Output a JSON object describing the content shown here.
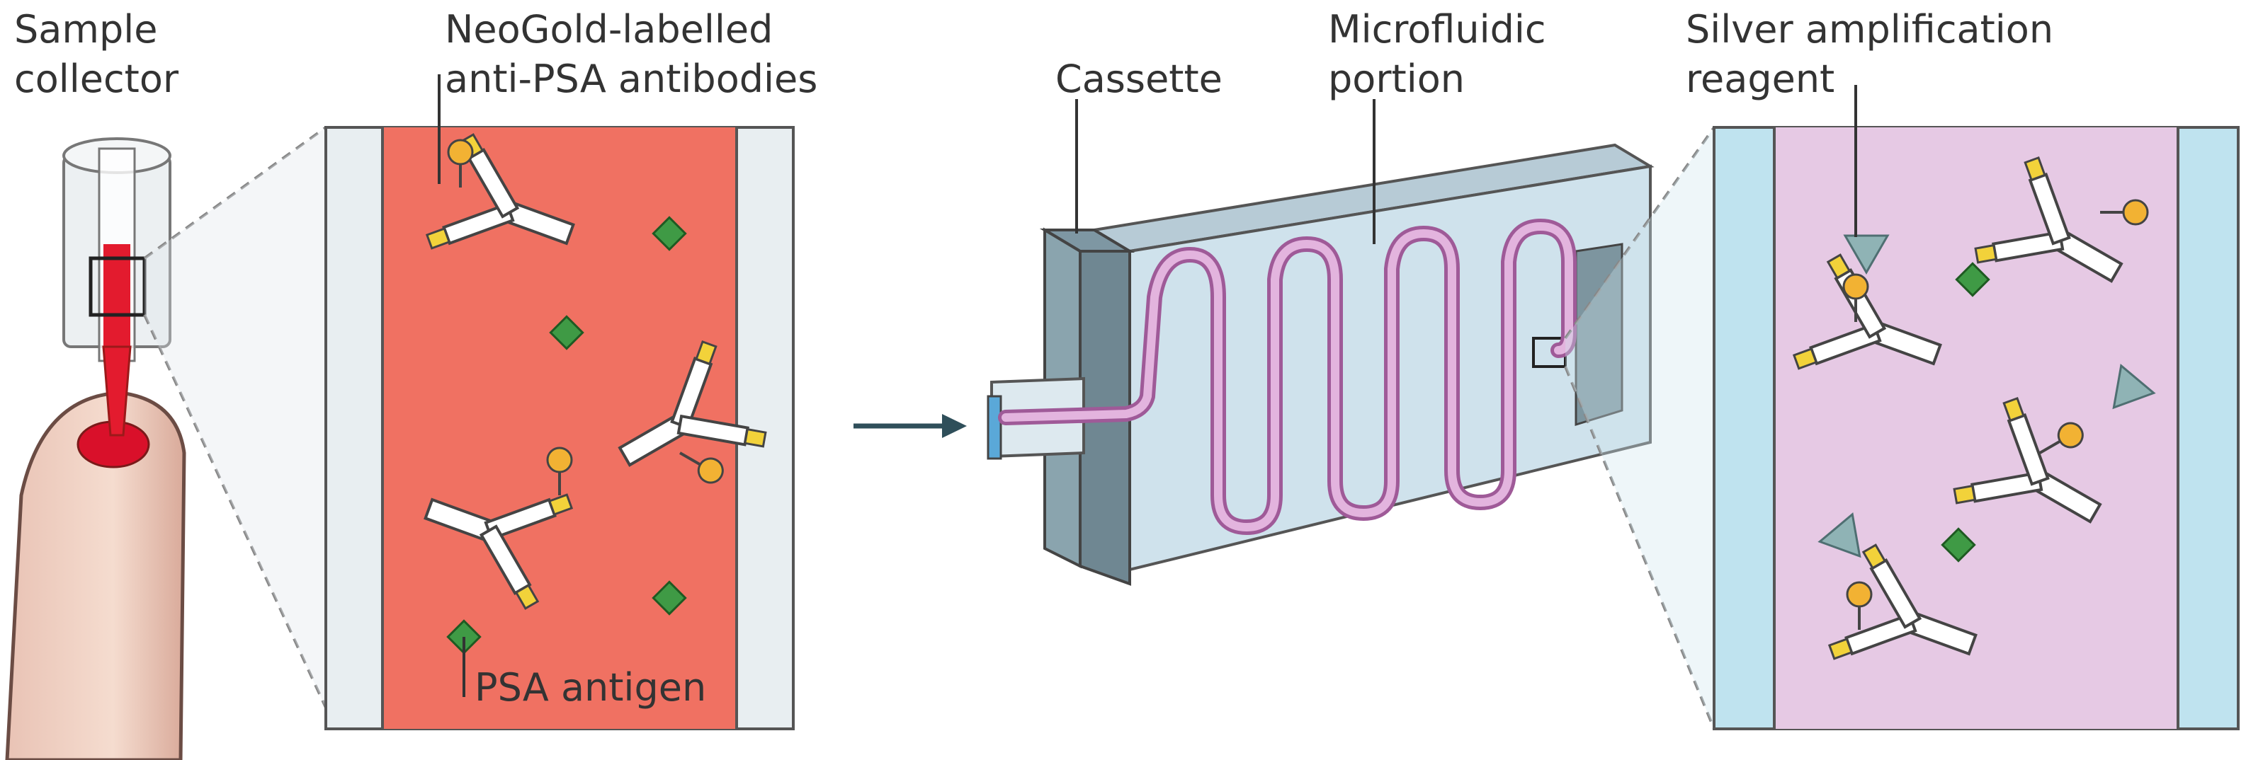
{
  "labels": {
    "sample_collector": [
      "Sample",
      "collector"
    ],
    "neogold": [
      "NeoGold-labelled",
      "anti-PSA antibodies"
    ],
    "psa_antigen": "PSA antigen",
    "cassette": "Cassette",
    "microfluidic": [
      "Microfluidic",
      "portion"
    ],
    "silver": [
      "Silver amplification",
      "reagent"
    ]
  },
  "colors": {
    "blood_red": "#e8453c",
    "blood_panel": "#f47b6c",
    "purple_panel": "#e5c6e4",
    "light_blue": "#bfe3ef",
    "cassette_top": "#c8dbe6",
    "cassette_side": "#6f8792",
    "channel": "#c98bc2",
    "antigen_green": "#3f9a45",
    "gold": "#f2b233",
    "triangle": "#8fb3b5",
    "arrow": "#2f4f5a"
  },
  "icons": [
    "finger-icon",
    "sample-collector-icon",
    "antibody-icon",
    "antigen-icon",
    "gold-label-icon",
    "silver-triangle-icon",
    "cassette-icon",
    "arrow-icon"
  ]
}
